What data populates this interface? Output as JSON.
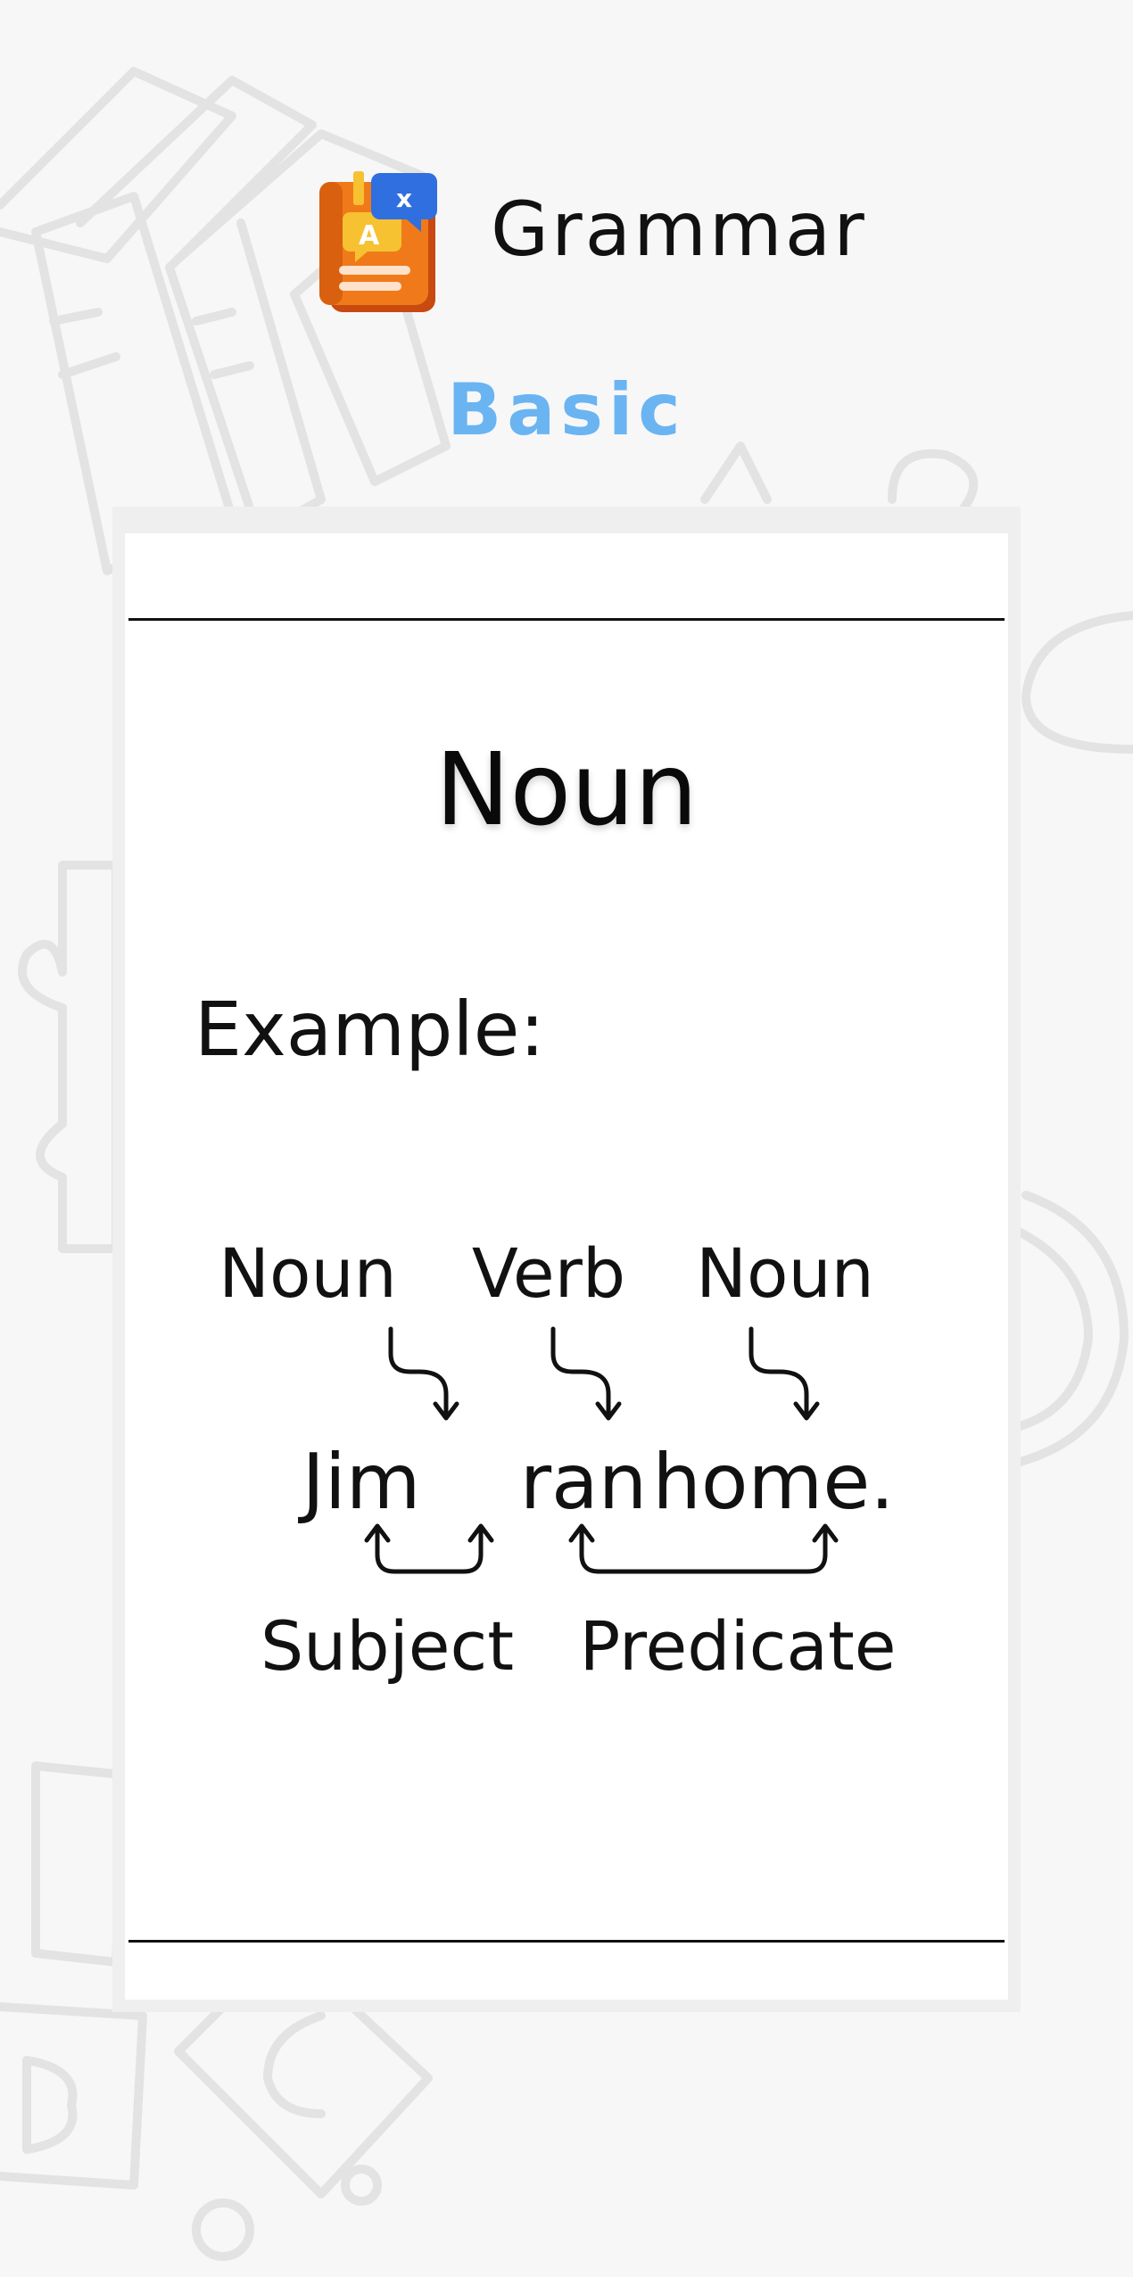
{
  "header": {
    "app_title": "Grammar",
    "level": "Basic",
    "icon": "grammar-book-icon"
  },
  "card": {
    "title": "Noun",
    "example_label": "Example:",
    "part_labels": [
      "Noun",
      "Verb",
      "Noun"
    ],
    "sentence_words": [
      "Jim",
      "ran",
      "home."
    ],
    "role_labels": [
      "Subject",
      "Predicate"
    ]
  },
  "colors": {
    "background": "#f7f7f7",
    "accent_blue": "#6ab4f2",
    "icon_orange": "#f07a1a",
    "icon_blue": "#2f6fe0",
    "text": "#111111"
  }
}
